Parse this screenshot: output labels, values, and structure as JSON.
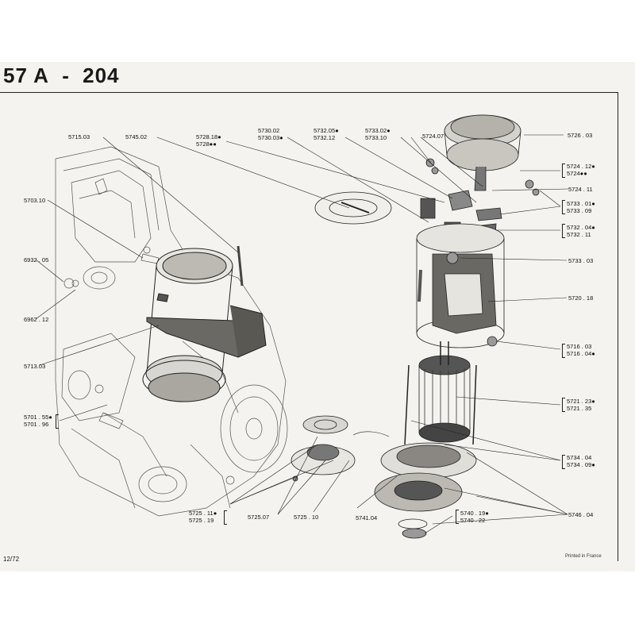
{
  "page": {
    "title_parts": [
      "57 A",
      "-",
      "204"
    ],
    "footer_left": "12/72",
    "footer_right": "Printed in France"
  },
  "labels": {
    "l5715_03": [
      "5715.03"
    ],
    "l5745_02": [
      "5745.02"
    ],
    "l5728": [
      "5728.18●",
      "5728●●"
    ],
    "l5730": [
      "5730.02",
      "5730.03●"
    ],
    "l5732_05": [
      "5732.05●",
      "5732.12"
    ],
    "l5733_02": [
      "5733.02●",
      "5733.10"
    ],
    "l5724_07": [
      "5724.07"
    ],
    "l5726_03": [
      "5726 . 03"
    ],
    "l5724_12": [
      "5724 . 12●",
      "5724●●"
    ],
    "l5724_11": [
      "5724 . 11"
    ],
    "l5733_01": [
      "5733 . 01●",
      "5733 . 09"
    ],
    "l5732_04": [
      "5732 . 04●",
      "5732 . 11"
    ],
    "l5733_03": [
      "5733 . 03"
    ],
    "l5720_18": [
      "5720 . 18"
    ],
    "l5716": [
      "5716 . 03",
      "5716 . 04●"
    ],
    "l5721": [
      "5721 . 23●",
      "5721 . 35"
    ],
    "l5734": [
      "5734 . 04",
      "5734 . 09●"
    ],
    "l5746_04": [
      "5746 . 04"
    ],
    "l5740": [
      "5740 . 19●",
      "5740 . 22"
    ],
    "l5741_04": [
      "5741.04"
    ],
    "l5725_10": [
      "5725 . 10"
    ],
    "l5725_07": [
      "5725.07"
    ],
    "l5725_11": [
      "5725 . 11●",
      "5725 . 19"
    ],
    "l5701": [
      "5701 . 55●",
      "5701 . 96"
    ],
    "l5713_03": [
      "5713.03"
    ],
    "l6962_12": [
      "6962 . 12"
    ],
    "l6932_05": [
      "6932 . 05"
    ],
    "l5703_10": [
      "5703.10"
    ]
  }
}
